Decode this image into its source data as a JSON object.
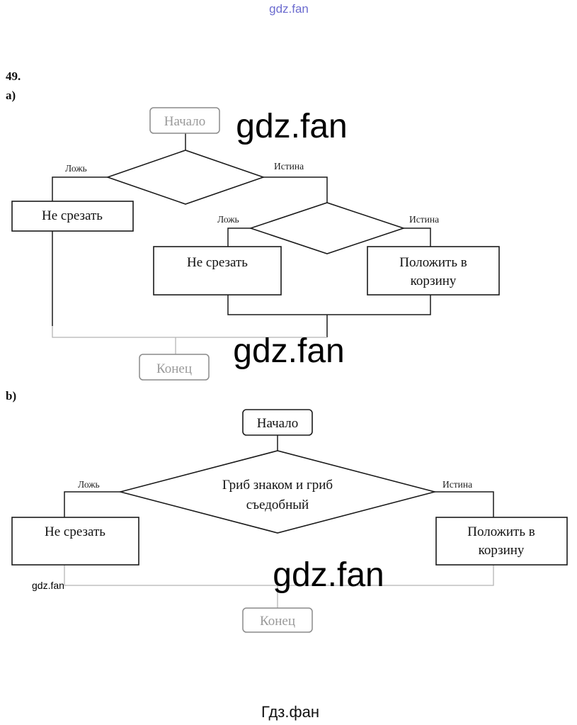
{
  "watermark": {
    "top": "gdz.fan",
    "big": "gdz.fan",
    "small": "gdz.fan",
    "bottom": "Гдз.фан"
  },
  "problem": {
    "number": "49."
  },
  "diagram_a": {
    "label": "a)",
    "start": "Начало",
    "end": "Конец",
    "cond1_false": "Ложь",
    "cond1_true": "Истина",
    "box_left": "Не срезать",
    "cond2_false": "Ложь",
    "cond2_true": "Истина",
    "box_mid": "Не срезать",
    "box_right_line1": "Положить в",
    "box_right_line2": "корзину"
  },
  "diagram_b": {
    "label": "b)",
    "start": "Начало",
    "end": "Конец",
    "cond_line1": "Гриб знаком и гриб",
    "cond_line2": "съедобный",
    "cond_false": "Ложь",
    "cond_true": "Истина",
    "box_left": "Не срезать",
    "box_right_line1": "Положить в",
    "box_right_line2": "корзину"
  }
}
